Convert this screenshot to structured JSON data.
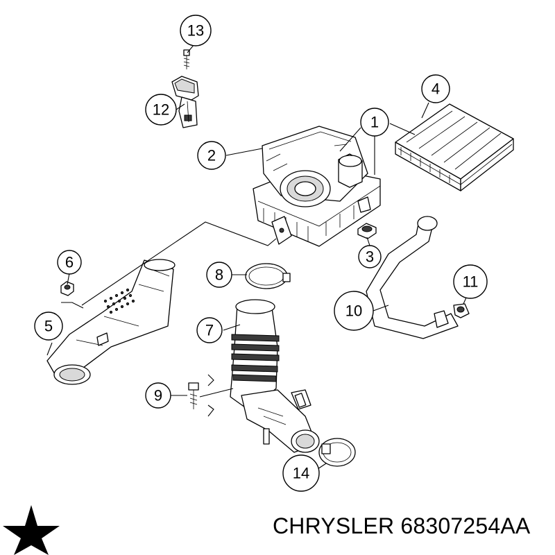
{
  "callouts": {
    "c1": "1",
    "c2": "2",
    "c3": "3",
    "c4": "4",
    "c5": "5",
    "c6": "6",
    "c7": "7",
    "c8": "8",
    "c9": "9",
    "c10": "10",
    "c11": "11",
    "c12": "12",
    "c13": "13",
    "c14": "14"
  },
  "footer": {
    "brand_and_part": "CHRYSLER 68307254AA"
  },
  "colors": {
    "line": "#000000",
    "background": "#ffffff",
    "logo": "#000000"
  },
  "icons": {
    "logo": "pentastar-logo-icon"
  }
}
